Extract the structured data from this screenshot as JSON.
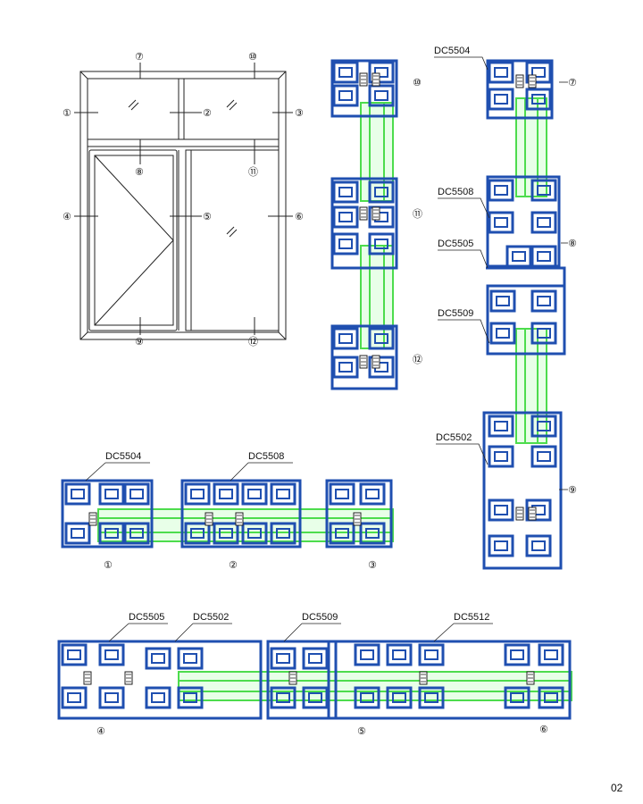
{
  "window": {
    "callouts": [
      "①",
      "②",
      "③",
      "④",
      "⑤",
      "⑥",
      "⑦",
      "⑧",
      "⑨",
      "⑩",
      "⑪",
      "⑫"
    ]
  },
  "profile_codes": {
    "dc5504": "DC5504",
    "dc5508": "DC5508",
    "dc5505": "DC5505",
    "dc5509": "DC5509",
    "dc5502": "DC5502",
    "dc5512": "DC5512"
  },
  "vertical_section_a": {
    "marks": [
      "⑩",
      "⑪",
      "⑫"
    ]
  },
  "vertical_section_b": {
    "marks": [
      "⑦",
      "⑧",
      "⑨"
    ]
  },
  "horizontal_section_top": {
    "marks": [
      "①",
      "②",
      "③"
    ]
  },
  "horizontal_section_bottom": {
    "marks": [
      "④",
      "⑤",
      "⑥"
    ]
  },
  "page_number": "02",
  "colors": {
    "profile": "#1f4fb0",
    "glass": "#4ddc4d",
    "line": "#222222"
  }
}
